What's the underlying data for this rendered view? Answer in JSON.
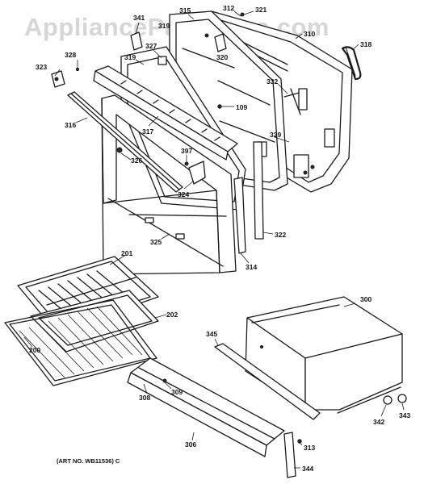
{
  "watermark": "AppliancePartsPros.com",
  "art_number": "(ART NO. WB11536) C",
  "callouts": {
    "p341": "341",
    "p315": "315",
    "p312": "312",
    "p321": "321",
    "p310": "310",
    "p318": "318",
    "p319a": "319",
    "p327": "327",
    "p320": "320",
    "p328": "328",
    "p323": "323",
    "p319b": "319",
    "p332": "332",
    "p109": "109",
    "p316": "316",
    "p317": "317",
    "p329": "329",
    "p397": "397",
    "p326": "326",
    "p324": "324",
    "p322": "322",
    "p325": "325",
    "p314": "314",
    "p201": "201",
    "p202": "202",
    "p200": "200",
    "p300": "300",
    "p345": "345",
    "p308": "308",
    "p309": "309",
    "p306": "306",
    "p313": "313",
    "p344": "344",
    "p342": "342",
    "p343": "343"
  }
}
